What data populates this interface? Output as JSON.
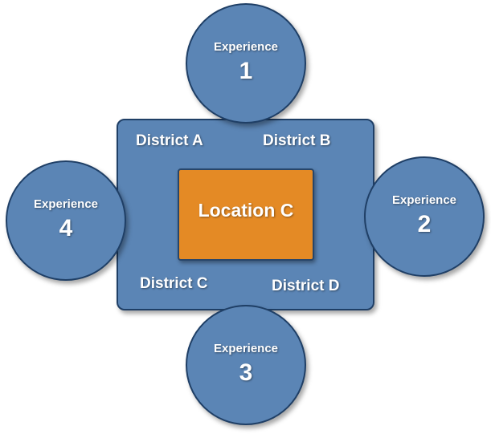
{
  "districts": {
    "a": "District A",
    "b": "District B",
    "c": "District C",
    "d": "District D"
  },
  "center": {
    "label": "Location C"
  },
  "experiences": {
    "one": {
      "label": "Experience",
      "number": "1"
    },
    "two": {
      "label": "Experience",
      "number": "2"
    },
    "three": {
      "label": "Experience",
      "number": "3"
    },
    "four": {
      "label": "Experience",
      "number": "4"
    }
  },
  "colors": {
    "shape_fill": "#5b85b5",
    "shape_border": "#1f3f66",
    "center_fill": "#e48a25",
    "text": "#ffffff"
  }
}
